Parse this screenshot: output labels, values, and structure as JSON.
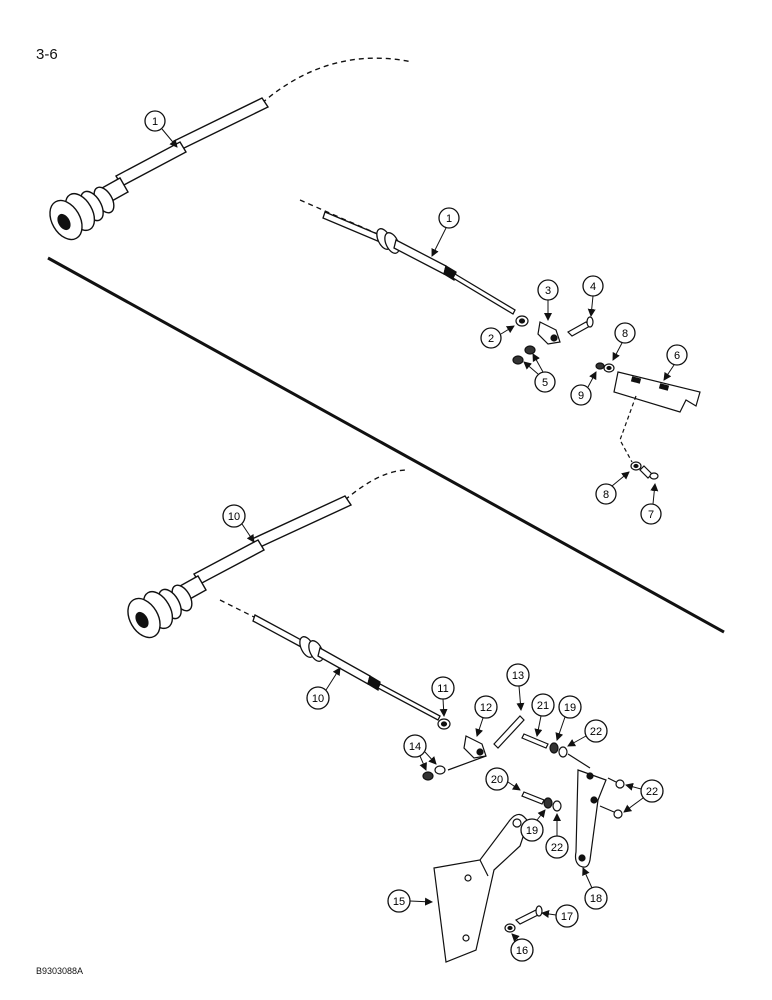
{
  "page_number": "3-6",
  "figure_code": "B9303088A",
  "callouts": {
    "c1a": "1",
    "c1b": "1",
    "c2": "2",
    "c3": "3",
    "c4": "4",
    "c5": "5",
    "c6": "6",
    "c7": "7",
    "c8a": "8",
    "c8b": "8",
    "c9": "9",
    "c10a": "10",
    "c10b": "10",
    "c11": "11",
    "c12": "12",
    "c13": "13",
    "c14": "14",
    "c15": "15",
    "c16": "16",
    "c17": "17",
    "c18": "18",
    "c19a": "19",
    "c19b": "19",
    "c20": "20",
    "c21": "21",
    "c22a": "22",
    "c22b": "22",
    "c22c": "22"
  }
}
